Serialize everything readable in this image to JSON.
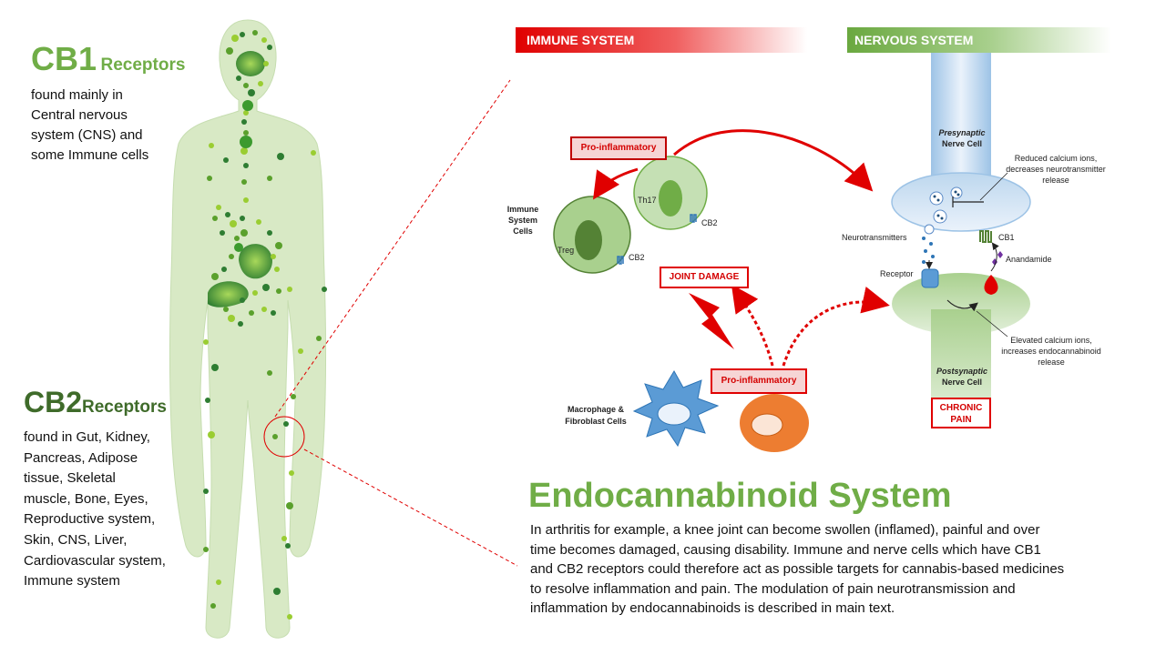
{
  "cb1": {
    "title": "CB1",
    "suffix": "Receptors",
    "lines": [
      "found mainly in",
      "Central nervous",
      "system (CNS) and",
      "some Immune cells"
    ]
  },
  "cb2": {
    "title": "CB2",
    "suffix": "Receptors",
    "lines": [
      "found in Gut, Kidney,",
      "Pancreas, Adipose",
      "tissue, Skeletal",
      "muscle, Bone, Eyes,",
      "Reproductive system,",
      "Skin, CNS, Liver,",
      "Cardiovascular system,",
      "Immune system"
    ]
  },
  "headers": {
    "immune": "IMMUNE SYSTEM",
    "nervous": "NERVOUS SYSTEM"
  },
  "immune": {
    "pro_inflammatory_top": "Pro-inflammatory",
    "cells_label": [
      "Immune",
      "System",
      "Cells"
    ],
    "th17": "Th17",
    "treg": "Treg",
    "cb2_a": "CB2",
    "cb2_b": "CB2",
    "joint_damage": "JOINT DAMAGE",
    "pro_inflammatory_bottom": "Pro-inflammatory",
    "macrophage_label": [
      "Macrophage &",
      "Fibroblast Cells"
    ]
  },
  "nervous": {
    "presynaptic": [
      "Presynaptic",
      "Nerve Cell"
    ],
    "reduced": [
      "Reduced calcium ions,",
      "decreases neurotransmitter",
      "release"
    ],
    "neurotransmitters": "Neurotransmitters",
    "cb1": "CB1",
    "anandamide": "Anandamide",
    "receptor": "Receptor",
    "elevated": [
      "Elevated calcium ions,",
      "increases endocannabinoid",
      "release"
    ],
    "postsynaptic": [
      "Postsynaptic",
      "Nerve Cell"
    ],
    "chronic_pain": [
      "CHRONIC",
      "PAIN"
    ]
  },
  "ecs": {
    "title": "Endocannabinoid System",
    "body": [
      "In arthritis for example, a knee joint can become swollen (inflamed), painful and over",
      "time becomes damaged, causing disability. Immune and nerve cells which have CB1",
      "and CB2 receptors could therefore act as possible targets for cannabis-based medicines",
      "to resolve inflammation and pain. The modulation of pain neurotransmission and",
      "inflammation by endocannabinoids is described in main text."
    ]
  },
  "colors": {
    "accent_green": "#70ad47",
    "dark_green": "#3f6b2a",
    "red": "#e00000"
  }
}
